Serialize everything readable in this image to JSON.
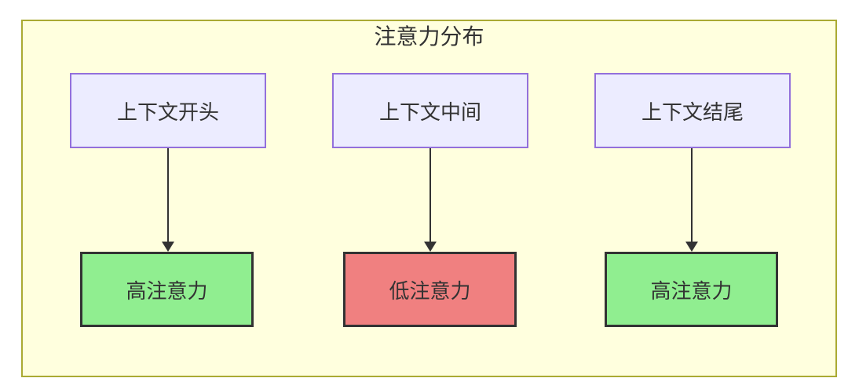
{
  "diagram": {
    "type": "flowchart",
    "title": "注意力分布",
    "columns": [
      {
        "source": "上下文开头",
        "target": "高注意力",
        "target_level": "high"
      },
      {
        "source": "上下文中间",
        "target": "低注意力",
        "target_level": "low"
      },
      {
        "source": "上下文结尾",
        "target": "高注意力",
        "target_level": "high"
      }
    ],
    "colors": {
      "container_fill": "#ffffde",
      "container_border": "#aaaa33",
      "source_fill": "#ECECFF",
      "source_border": "#9370DB",
      "high_fill": "#90EE90",
      "low_fill": "#F08080",
      "node_border": "#333333",
      "arrow": "#333333",
      "text": "#333333"
    }
  }
}
